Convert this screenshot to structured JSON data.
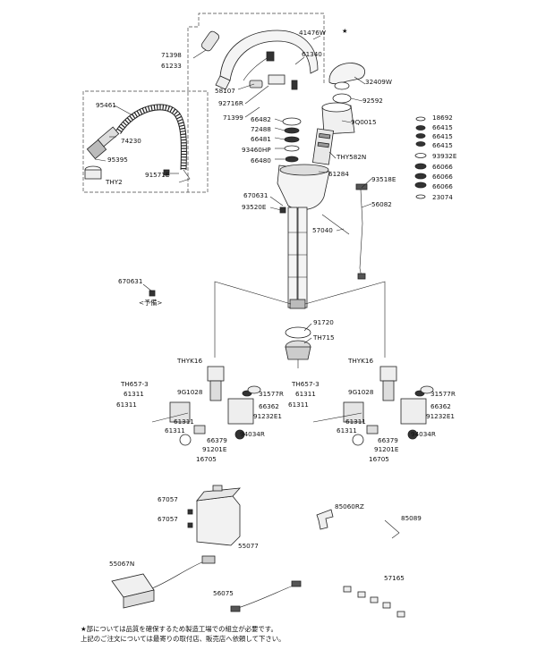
{
  "labels": {
    "star_top": "★",
    "p41476W": "41476W",
    "p71398": "71398",
    "p61233": "61233",
    "p61340": "61340",
    "p32409W": "32409W",
    "p92592": "92592",
    "p9Q0015": "9Q0015",
    "p58107": "58107",
    "p92716R": "92716R",
    "p71399": "71399",
    "p95461": "95461",
    "p74230": "74230",
    "p95395": "95395",
    "pTHY2": "THY2",
    "p91571E": "91571E",
    "p66482": "66482",
    "p72488": "72488",
    "p66481": "66481",
    "p93460HP": "93460HP",
    "p66480": "66480",
    "pTHY582N": "THY582N",
    "p61284": "61284",
    "p93518E": "93518E",
    "p56082": "56082",
    "p670631a": "670631",
    "p93520E": "93520E",
    "p57040": "57040",
    "p18692": "18692",
    "p66415a": "66415",
    "p66415b": "66415",
    "p66415c": "66415",
    "p93932E": "93932E",
    "p66066a": "66066",
    "p66066b": "66066",
    "p66066c": "66066",
    "p23074": "23074",
    "p670631b": "670631",
    "p670631b_note": "<予備>",
    "p91720": "91720",
    "pTH715": "TH715",
    "pTHYK16L": "THYK16",
    "pTH657L": "TH657-3",
    "p61311L1": "61311",
    "p61311L2": "61311",
    "p9G1028L": "9G1028",
    "p31577RL": "31577R",
    "p66362L": "66362",
    "p91232E1L": "91232E1",
    "p61311L3": "61311",
    "p61311L4": "61311",
    "p94034RL": "94034R",
    "p66379L": "66379",
    "p91201EL": "91201E",
    "p16705L": "16705",
    "pTHYK16R": "THYK16",
    "pTH657R": "TH657-3",
    "p61311R1": "61311",
    "p61311R2": "61311",
    "p9G1028R": "9G1028",
    "p31577RR": "31577R",
    "p66362R": "66362",
    "p91232E1R": "91232E1",
    "p61311R3": "61311",
    "p61311R4": "61311",
    "p94034RR": "94034R",
    "p66379R": "66379",
    "p91201ER": "91201E",
    "p16705R": "16705",
    "p67057a": "67057",
    "p67057b": "67057",
    "p55077": "55077",
    "p85060RZ": "85060RZ",
    "p85089": "85089",
    "p55067N": "55067N",
    "p56075": "56075",
    "p57165": "57165"
  },
  "footer": {
    "line1": "★部については品質を確保するため製造工場での組立が必要です。",
    "line2": "上記のご注文については最寄りの取付店、販売店へ依頼して下さい。"
  }
}
